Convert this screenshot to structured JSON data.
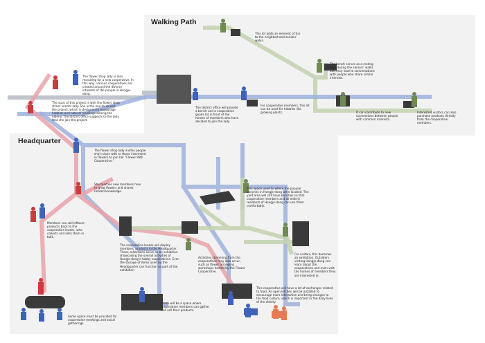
{
  "headings": {
    "walking_path": "Walking Path",
    "headquarter": "Headquarter"
  },
  "notes": {
    "n1": "The flower shop lady is also recruiting for a new cooperative. In this way, various cooperatives are created around the diverse interests of the people in Hongje-dong.",
    "n2": "The start of this project is with the flower shop street vendor lady. She is the one to spread the project, which is designed to encourage hobbies and natural meetings among the elderly. The district office suggests to the lady that she join the project.",
    "n3": "This lot adds an element of fun to the neighborhood seniors' walks.",
    "n4": "The bench serves as a resting spot during the seniors' walks and may lead to conversations with people who share similar interests.",
    "n5": "The district office will provide a bench and a cooperative goods lot in front of the homes of members who have decided to join the lady.",
    "n6": "For cooperative members, this lot can be used for hobbies like growing plants.",
    "n7": "It can contribute to new connections between people with common interests.",
    "n8": "Interested visitors can also purchase products directly from the cooperative members.",
    "n9": "The flower shop lady invites people she's close with or those interested in flowers to join her \"Flower Path Cooperative.\"",
    "n10": "She teaches new members how to grow flowers and shares related knowledge.",
    "n11": "This space used to where the popular benches in Hongje-dong were located. The yard area will still have benches so that cooperative members and all elderly residents of Hongje-dong can use them comfortably.",
    "n12": "Members can sell leftover products back to the cooperative leader, who collects and sells them in bulk.",
    "n13": "The cooperative leader will display members' products in the Headquarter. These collections serve as an exhibition showcasing the overall activities of Hongje-dong's hobby cooperatives. Even the storage of items used by the Headquarter can function as part of the exhibition.",
    "n14": "Activities stemming from the cooperatives may also occur, such as flower arranging workshops hosted by the Flower Cooperative.",
    "n15": "For visitors, this becomes an exhibition. Outsiders visiting Hongje-dong can learn about the cooperatives and even visit the homes of members they are interested in.",
    "n16": "This cooperative will have a lot of exchanges related to food. An open kitchen will be installed to encourage more interaction and bring changes to the food culture, which is important in the daily lives of the elderly.",
    "n17": "There will be a space where cooperative members can gather and sell their products.",
    "n18": "Some space must be provided for cooperative meetings and social gatherings."
  },
  "colors": {
    "panel": "#f2f2f2",
    "path_blue": "#9fb2dc",
    "path_red": "#e9a3a9",
    "path_green": "#c5d3b3",
    "path_gray": "#b9bec7",
    "figure_blue": "#3e63b8",
    "figure_red": "#cc3b3f",
    "figure_green": "#6f8a52",
    "figure_orange": "#e77a52",
    "object_dark": "#3a3a3a"
  }
}
